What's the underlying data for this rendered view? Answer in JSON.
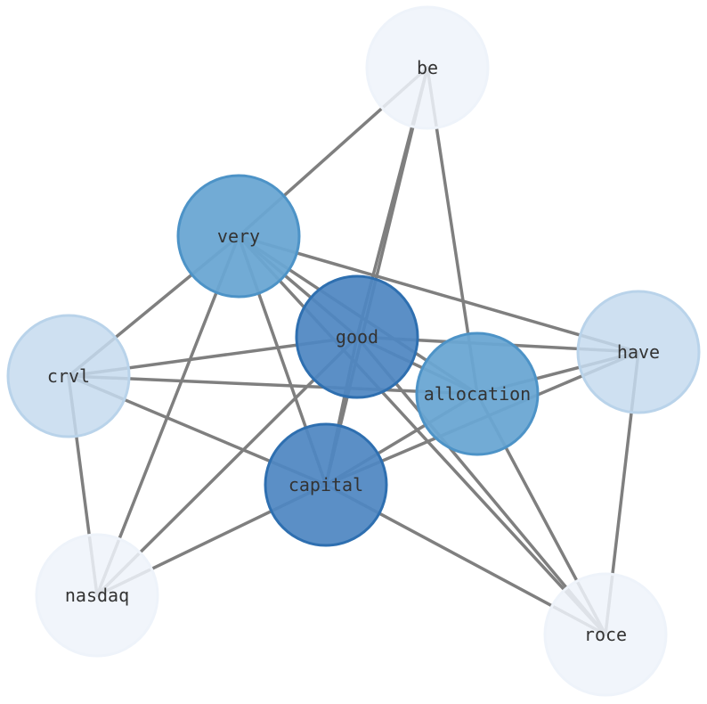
{
  "graph": {
    "nodes": [
      {
        "id": "be",
        "label": "be",
        "weight": 0
      },
      {
        "id": "very",
        "label": "very",
        "weight": 2
      },
      {
        "id": "good",
        "label": "good",
        "weight": 4
      },
      {
        "id": "crvl",
        "label": "crvl",
        "weight": 1
      },
      {
        "id": "have",
        "label": "have",
        "weight": 1
      },
      {
        "id": "allocation",
        "label": "allocation",
        "weight": 2
      },
      {
        "id": "capital",
        "label": "capital",
        "weight": 4
      },
      {
        "id": "nasdaq",
        "label": "nasdaq",
        "weight": 0
      },
      {
        "id": "roce",
        "label": "roce",
        "weight": 0
      }
    ],
    "edges": [
      [
        "be",
        "very"
      ],
      [
        "be",
        "good"
      ],
      [
        "be",
        "capital"
      ],
      [
        "be",
        "allocation"
      ],
      [
        "very",
        "crvl"
      ],
      [
        "very",
        "nasdaq"
      ],
      [
        "very",
        "capital"
      ],
      [
        "very",
        "good"
      ],
      [
        "very",
        "allocation"
      ],
      [
        "very",
        "have"
      ],
      [
        "very",
        "roce"
      ],
      [
        "good",
        "crvl"
      ],
      [
        "good",
        "have"
      ],
      [
        "good",
        "allocation"
      ],
      [
        "good",
        "capital"
      ],
      [
        "good",
        "nasdaq"
      ],
      [
        "good",
        "roce"
      ],
      [
        "crvl",
        "allocation"
      ],
      [
        "crvl",
        "capital"
      ],
      [
        "crvl",
        "nasdaq"
      ],
      [
        "have",
        "allocation"
      ],
      [
        "have",
        "capital"
      ],
      [
        "have",
        "roce"
      ],
      [
        "allocation",
        "capital"
      ],
      [
        "allocation",
        "roce"
      ],
      [
        "capital",
        "nasdaq"
      ],
      [
        "capital",
        "roce"
      ]
    ],
    "colors": {
      "weight_0": "#eef3fa",
      "weight_1": "#c6dbef",
      "weight_2": "#6aa6d3",
      "weight_4": "#4f86c2",
      "stroke_0": "#eef3fa",
      "stroke_1": "#b9d3ea",
      "stroke_2": "#4d93c7",
      "stroke_4": "#2e6fb0",
      "edge": "#7f7f7f"
    }
  }
}
